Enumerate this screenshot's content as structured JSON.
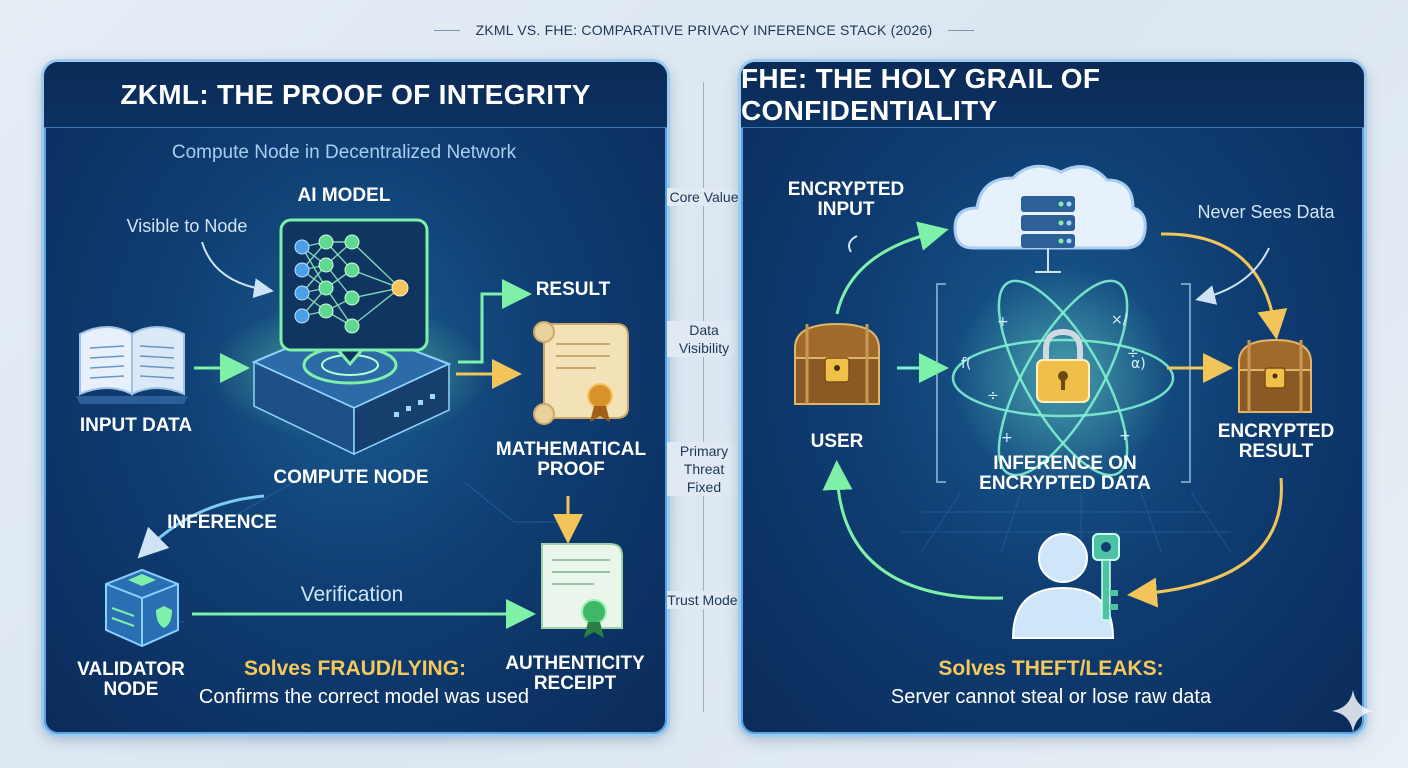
{
  "title": "ZKML VS. FHE: COMPARATIVE PRIVACY INFERENCE STACK (2026)",
  "center_labels": [
    "Core Value",
    "Data Visibility",
    "Primary Threat Fixed",
    "Trust Model"
  ],
  "zkml": {
    "header": "ZKML: THE PROOF OF INTEGRITY",
    "subtitle": "Compute Node in Decentralized Network",
    "ai_model": "AI MODEL",
    "visible_to_node": "Visible to Node",
    "input_data": "INPUT DATA",
    "compute_node": "COMPUTE NODE",
    "result": "RESULT",
    "mathematical_proof": "MATHEMATICAL PROOF",
    "inference": "INFERENCE",
    "verification": "Verification",
    "validator_node": "VALIDATOR NODE",
    "authenticity_receipt": "AUTHENTICITY RECEIPT",
    "solves": "Solves FRAUD/LYING:",
    "solves_detail": "Confirms the correct model was used"
  },
  "fhe": {
    "header": "FHE: THE HOLY GRAIL OF CONFIDENTIALITY",
    "encrypted_input": "ENCRYPTED INPUT",
    "never_sees_data": "Never Sees Data",
    "user": "USER",
    "inference_on_encrypted": "INFERENCE ON ENCRYPTED DATA",
    "encrypted_result": "ENCRYPTED RESULT",
    "solves": "Solves THEFT/LEAKS:",
    "solves_detail": "Server cannot steal or lose raw data"
  },
  "colors": {
    "accent_green": "#7ef0a8",
    "accent_gold": "#f4c95a",
    "panel_dark": "#0b2b5a",
    "panel_glow": "#5aa4e0"
  }
}
